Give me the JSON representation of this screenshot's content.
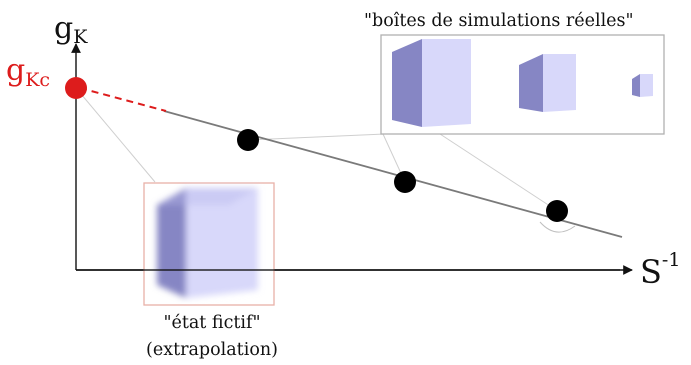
{
  "axes": {
    "y_label_main": "g",
    "y_label_sub": "K",
    "x_label_main": "S",
    "x_label_sup": "-1"
  },
  "intercept": {
    "label_main": "g",
    "label_sub": "Kc",
    "color": "#dd1c1c"
  },
  "simulation_boxes": {
    "caption": "\"boîtes de simulations réelles\""
  },
  "fictive_state": {
    "caption_line1": "\"état fictif\"",
    "caption_line2": "(extrapolation)"
  },
  "colors": {
    "cube_front": "#d8d8fa",
    "cube_side": "#8686c4",
    "fit_line": "#7a7a7a",
    "dashed_extrapolation": "#dd1c1c",
    "inset_border": "#b0b0b0",
    "fictive_border": "#e8b0a8",
    "data_point": "#000000"
  }
}
